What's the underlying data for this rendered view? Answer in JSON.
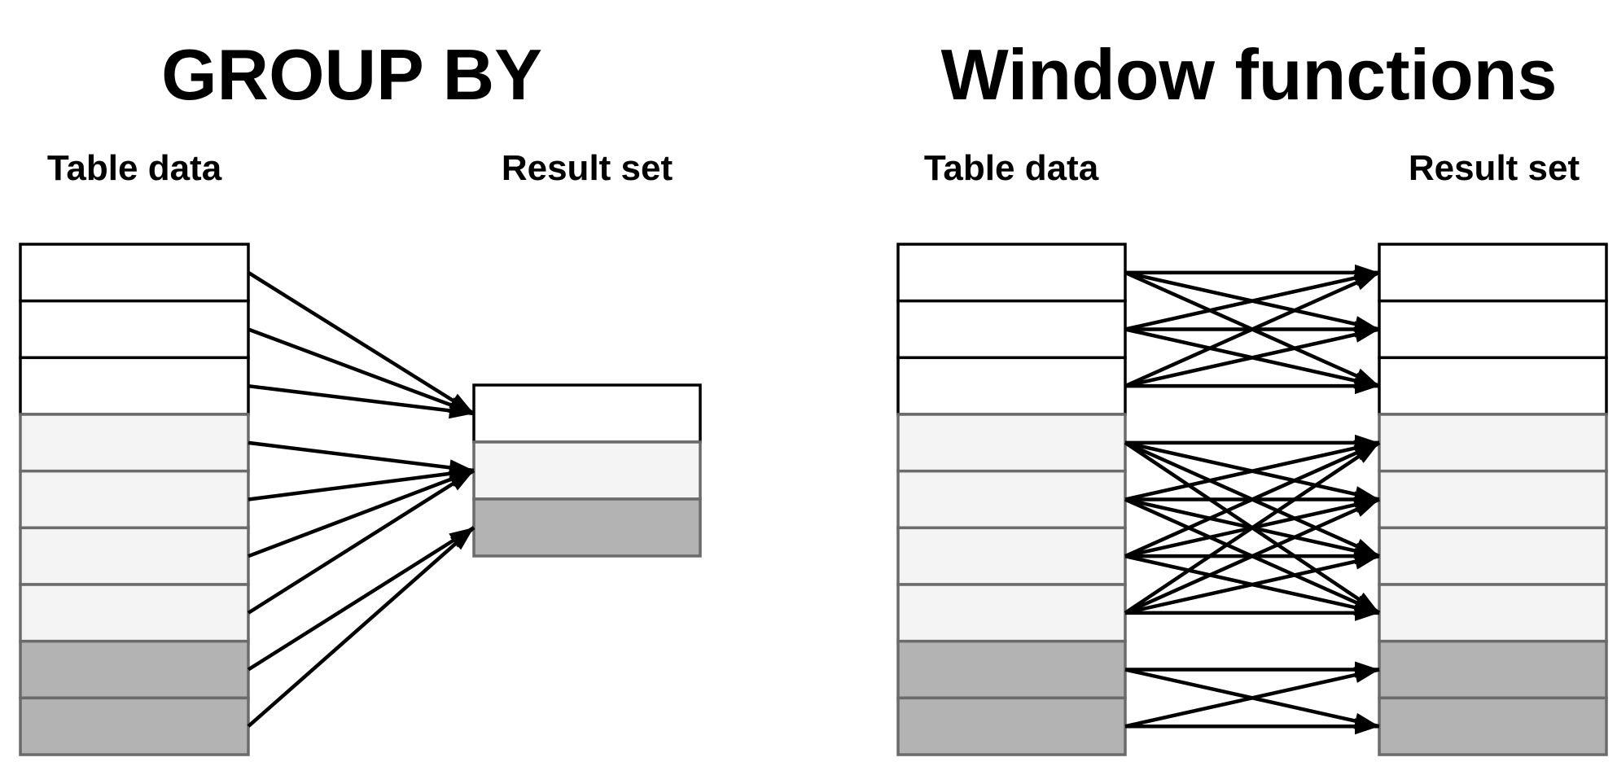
{
  "page": {
    "background": "#ffffff",
    "text_color": "#000000"
  },
  "fills": {
    "white": {
      "fill": "#ffffff",
      "stroke": "#000000"
    },
    "light": {
      "fill": "#f4f4f4",
      "stroke": "#6b6b6b"
    },
    "dark": {
      "fill": "#b3b3b3",
      "stroke": "#6b6b6b"
    }
  },
  "arrow": {
    "color": "#000000"
  },
  "diagrams": [
    {
      "id": "group-by",
      "title": "GROUP BY",
      "source_label": "Table data",
      "result_label": "Result set",
      "mapping": "many-to-one",
      "source_rows": [
        "white",
        "white",
        "white",
        "light",
        "light",
        "light",
        "light",
        "dark",
        "dark"
      ],
      "result_rows": [
        "white",
        "light",
        "dark"
      ],
      "groups": [
        {
          "fill": "white",
          "source_indexes": [
            0,
            1,
            2
          ],
          "result_indexes": [
            0
          ]
        },
        {
          "fill": "light",
          "source_indexes": [
            3,
            4,
            5,
            6
          ],
          "result_indexes": [
            1
          ]
        },
        {
          "fill": "dark",
          "source_indexes": [
            7,
            8
          ],
          "result_indexes": [
            2
          ]
        }
      ]
    },
    {
      "id": "window-functions",
      "title": "Window functions",
      "source_label": "Table data",
      "result_label": "Result set",
      "mapping": "many-to-many",
      "source_rows": [
        "white",
        "white",
        "white",
        "light",
        "light",
        "light",
        "light",
        "dark",
        "dark"
      ],
      "result_rows": [
        "white",
        "white",
        "white",
        "light",
        "light",
        "light",
        "light",
        "dark",
        "dark"
      ],
      "groups": [
        {
          "fill": "white",
          "source_indexes": [
            0,
            1,
            2
          ],
          "result_indexes": [
            0,
            1,
            2
          ]
        },
        {
          "fill": "light",
          "source_indexes": [
            3,
            4,
            5,
            6
          ],
          "result_indexes": [
            3,
            4,
            5,
            6
          ]
        },
        {
          "fill": "dark",
          "source_indexes": [
            7,
            8
          ],
          "result_indexes": [
            7,
            8
          ]
        }
      ]
    }
  ]
}
